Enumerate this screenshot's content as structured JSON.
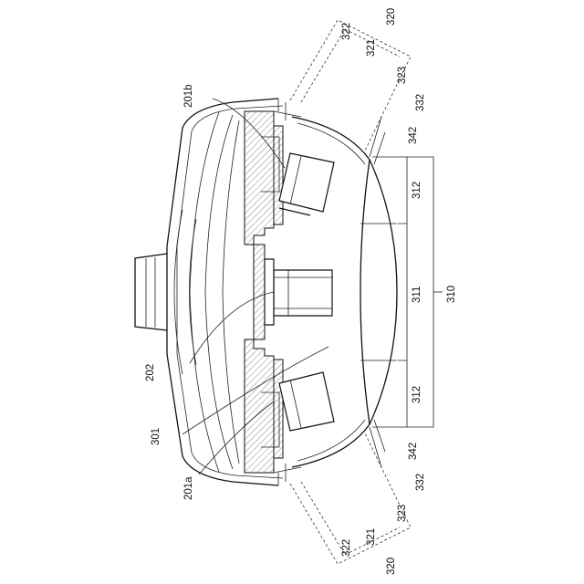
{
  "labels": {
    "l320_top": "320",
    "l321_top": "321",
    "l322_top": "322",
    "l323_top": "323",
    "l332_top": "332",
    "l342_top": "342",
    "l201b": "201b",
    "l312_top": "312",
    "l311": "311",
    "l310": "310",
    "l312_bot": "312",
    "l202": "202",
    "l301": "301",
    "l201a": "201a",
    "l342_bot": "342",
    "l332_bot": "332",
    "l323_bot": "323",
    "l321_bot": "321",
    "l322_bot": "322",
    "l320_bot": "320"
  }
}
